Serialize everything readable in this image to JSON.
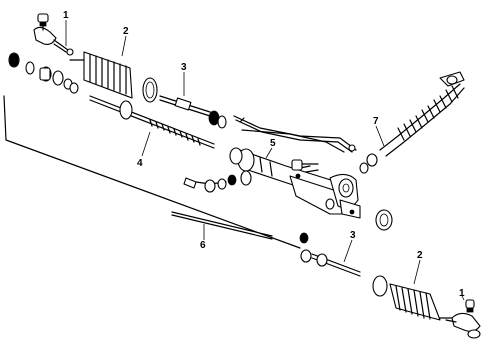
{
  "callouts": {
    "c1_upper": "1",
    "c2_upper": "2",
    "c3_upper": "3",
    "c4": "4",
    "c5": "5",
    "c6": "6",
    "c7": "7",
    "c3_lower": "3",
    "c2_lower": "2",
    "c1_lower": "1"
  }
}
